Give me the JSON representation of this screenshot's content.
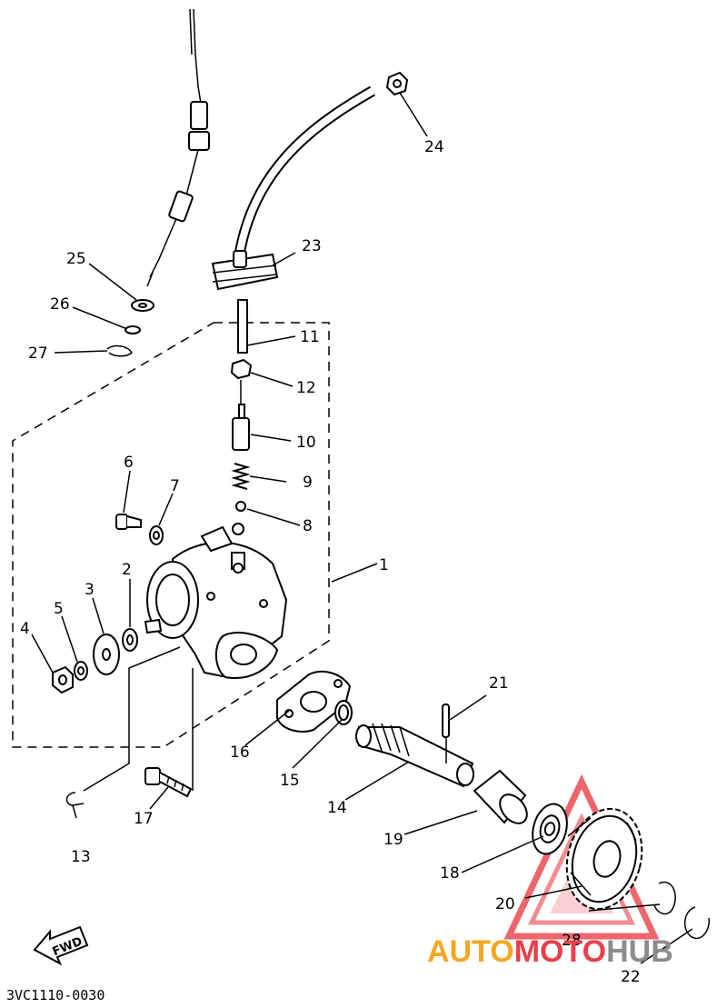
{
  "diagram": {
    "drawing_code": "3VC1110-0030",
    "direction_label": "FWD",
    "watermark": {
      "text_part1": "AUTO",
      "text_part2": "MOTO",
      "text_part3": "HUB",
      "colors": {
        "red": "#e8404a",
        "orange": "#f5a623",
        "gray": "#8c8c8c"
      }
    },
    "callouts": [
      {
        "id": "c1",
        "label": "1"
      },
      {
        "id": "c2",
        "label": "2"
      },
      {
        "id": "c3",
        "label": "3"
      },
      {
        "id": "c4",
        "label": "4"
      },
      {
        "id": "c5",
        "label": "5"
      },
      {
        "id": "c6",
        "label": "6"
      },
      {
        "id": "c7",
        "label": "7"
      },
      {
        "id": "c8",
        "label": "8"
      },
      {
        "id": "c9",
        "label": "9"
      },
      {
        "id": "c10",
        "label": "10"
      },
      {
        "id": "c11",
        "label": "11"
      },
      {
        "id": "c12",
        "label": "12"
      },
      {
        "id": "c13",
        "label": "13"
      },
      {
        "id": "c14",
        "label": "14"
      },
      {
        "id": "c15",
        "label": "15"
      },
      {
        "id": "c16",
        "label": "16"
      },
      {
        "id": "c17",
        "label": "17"
      },
      {
        "id": "c18",
        "label": "18"
      },
      {
        "id": "c19",
        "label": "19"
      },
      {
        "id": "c20",
        "label": "20"
      },
      {
        "id": "c21",
        "label": "21"
      },
      {
        "id": "c22",
        "label": "22"
      },
      {
        "id": "c23",
        "label": "23"
      },
      {
        "id": "c24",
        "label": "24"
      },
      {
        "id": "c25",
        "label": "25"
      },
      {
        "id": "c26",
        "label": "26"
      },
      {
        "id": "c27",
        "label": "27"
      },
      {
        "id": "c28",
        "label": "28"
      }
    ]
  }
}
